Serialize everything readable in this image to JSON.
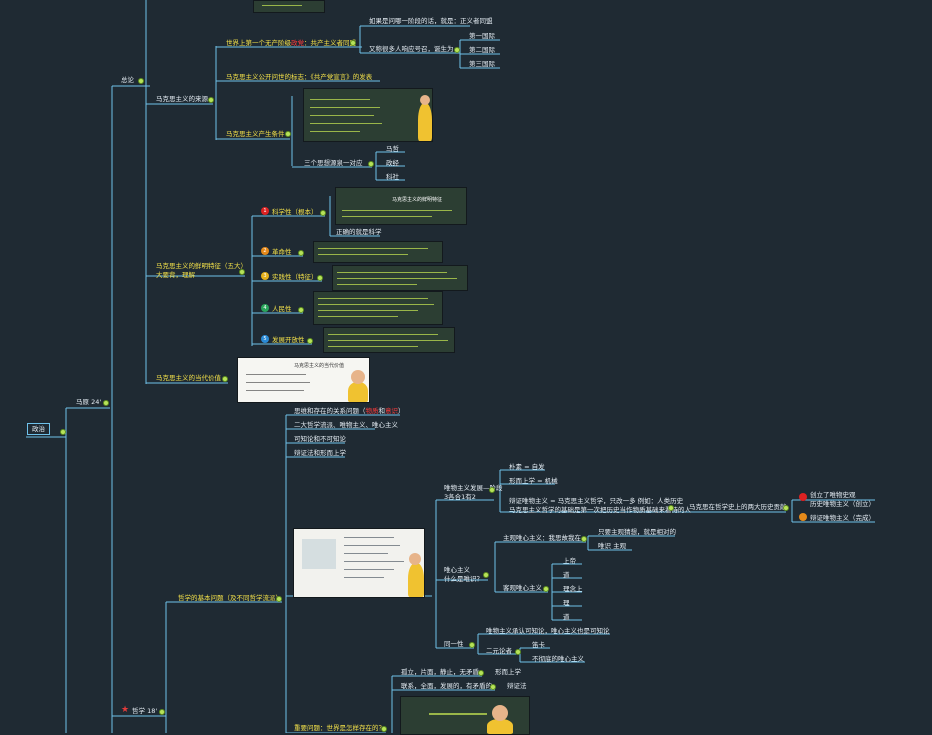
{
  "root": {
    "label": "政治"
  },
  "ma": {
    "label": "马原 24'",
    "overview": "总论",
    "origin": {
      "label": "马克思主义的来源",
      "first": {
        "label": "世界上第一个无产阶级政党：共产主义者同盟",
        "c1": "如果是问哪一阶段的话，就是：正义者同盟",
        "c2": "又称很多人响应号召，诞生为",
        "subs": [
          "第一国际",
          "第二国际",
          "第三国际"
        ]
      },
      "manifesto": "马克思主义公开问世的标志：《共产党宣言》的发表",
      "conditions": {
        "label": "马克思主义产生条件",
        "unity": "三个思想源泉一对应",
        "items": [
          "马哲",
          "政经",
          "科社"
        ]
      }
    },
    "features": {
      "label": "马克思主义的鲜明特征（五大）\n大要背，理解",
      "items": [
        {
          "label": "科学性（根本）",
          "badge": "1",
          "note": "正确的就是科学"
        },
        {
          "label": "革命性",
          "badge": "2"
        },
        {
          "label": "实践性（特征）",
          "badge": "3"
        },
        {
          "label": "人民性",
          "badge": "4"
        },
        {
          "label": "发展开放性",
          "badge": "5"
        }
      ],
      "board_caption": "马克思主义的鲜明特征"
    },
    "value": {
      "label": "马克思主义的当代价值",
      "board_title": "马克思主义的当代价值"
    }
  },
  "phil": {
    "label": "哲学 18'",
    "basic": {
      "label": "哲学的基本问题（及不同哲学流派）",
      "relation": "思维和存在的关系问题（物质和意识）",
      "cols": [
        "二大哲学流派、唯物主义、唯心主义",
        "可知论和不可知论",
        "辩证法和形而上学"
      ],
      "mat": {
        "label": "唯物主义发展—阶段\n3各合1有2",
        "items": [
          "朴素 = 自发",
          "形而上学 = 机械",
          "辩证唯物主义 = 马克思主义哲学，只改一多 例如：人类历史\n马克思主义哲学的基础是第一次把历史当作物质基础来看待的人"
        ],
        "revolution": "马克思在哲学史上的两大历史贡献",
        "rev_items": [
          "创立了唯物史观\n历史唯物主义（创立）",
          "辩证唯物主义（完成）"
        ]
      },
      "ideal": {
        "label": "唯心主义\n什么是唯识？",
        "subj": "主观唯心主义：我思故我在",
        "subj_items": [
          "只要主观猜想，就是相对的",
          "唯识 主观"
        ],
        "obj": "客观唯心主义",
        "obj_items": [
          "上帝",
          "道",
          "理念上",
          "理",
          "道"
        ]
      },
      "same": {
        "label": "同一性",
        "c1": "唯物主义承认可知论，唯心主义也是可知论",
        "c2": "二元论者",
        "c2_items": [
          "笛卡",
          "不彻底的唯心主义"
        ]
      }
    },
    "question": {
      "label": "重要问题：世界是怎样存在的？",
      "c1": "孤立，片面，静止，无矛盾",
      "c1b": "形而上学",
      "c2": "联系，全面，发展的，有矛盾的",
      "c2b": "辩证法"
    }
  },
  "colors": {
    "bg": "#1f2a33",
    "line": "#6fc1ea",
    "highlight": "#ff3b3b",
    "dot": "#b7e25a",
    "yellow": "#f4e24a"
  }
}
